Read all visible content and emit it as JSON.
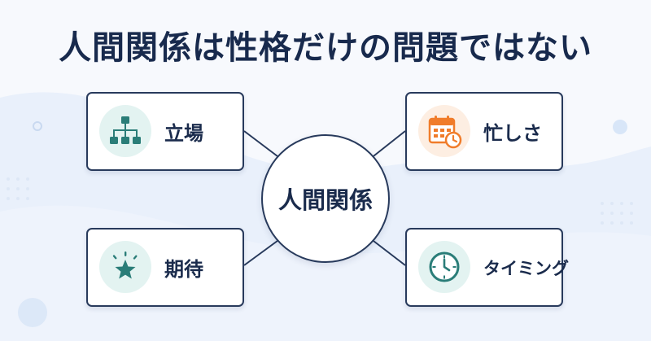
{
  "title": "人間関係は性格だけの問題ではない",
  "hub": {
    "label": "人間関係"
  },
  "nodes": [
    {
      "label": "立場",
      "icon": "org-chart-icon",
      "accent": "#2a7d78",
      "bg": "#e3f3f1"
    },
    {
      "label": "忙しさ",
      "icon": "calendar-clock-icon",
      "accent": "#f07c2a",
      "bg": "#fdeee2"
    },
    {
      "label": "期待",
      "icon": "star-icon",
      "accent": "#2a7d78",
      "bg": "#e3f3f1"
    },
    {
      "label": "タイミング",
      "icon": "clock-icon",
      "accent": "#2a7d78",
      "bg": "#e3f3f1"
    }
  ],
  "colors": {
    "outline": "#283a5c",
    "text": "#1a2b4c",
    "background": "#f7f9fd"
  }
}
